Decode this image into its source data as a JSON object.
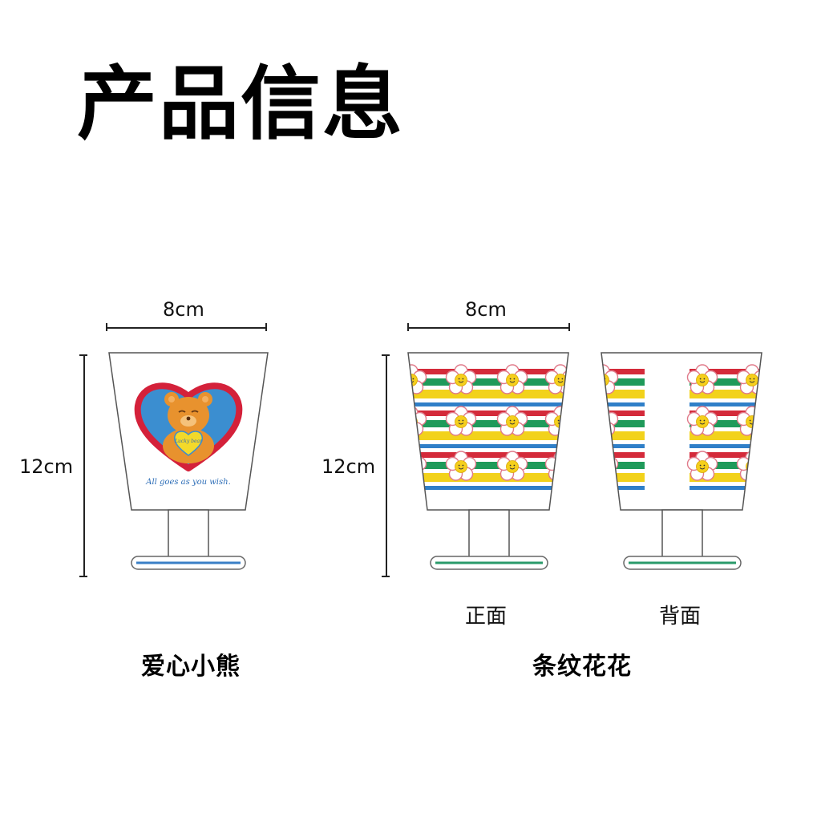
{
  "title": "产品信息",
  "products": [
    {
      "name": "爱心小熊",
      "width_label": "8cm",
      "height_label": "12cm",
      "slogan": "All goes as you wish.",
      "badge_text": "Lucky bear"
    },
    {
      "name": "条纹花花",
      "width_label": "8cm",
      "height_label": "12cm",
      "views": [
        "正面",
        "背面"
      ]
    }
  ],
  "colors": {
    "heart_red": "#d4213a",
    "heart_blue": "#3b8ed0",
    "bear_orange": "#e8922e",
    "stripe_red": "#d42a3a",
    "stripe_green": "#1f9a5a",
    "stripe_yellow": "#f2d21b",
    "stripe_blue": "#2f7fc8",
    "base_blue": "#3a7fc6",
    "base_green": "#2a9a6a"
  }
}
